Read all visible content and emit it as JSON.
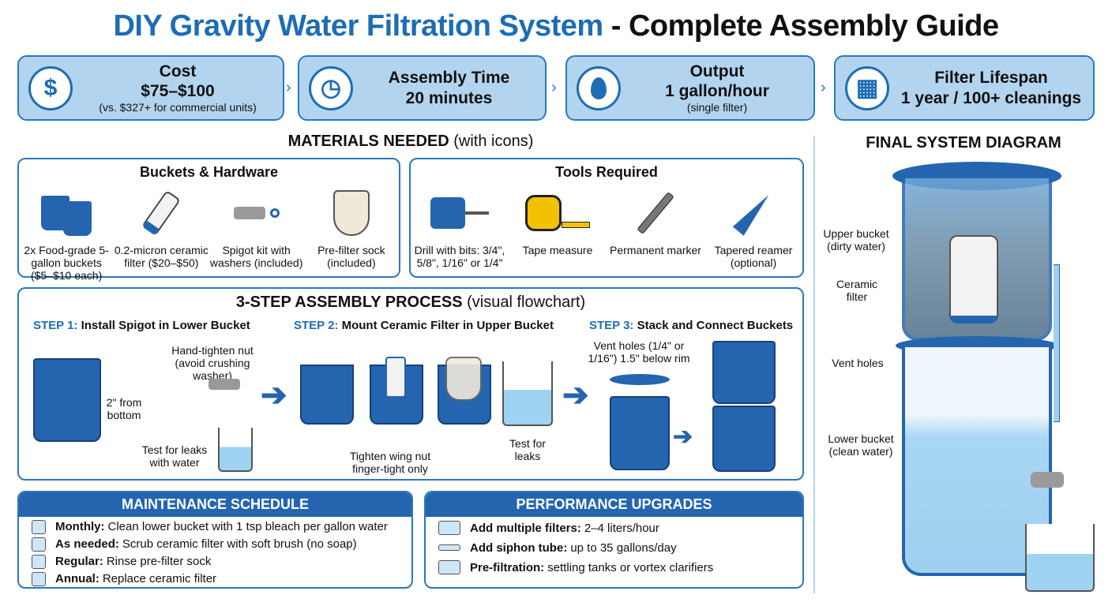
{
  "title": {
    "blue": "DIY Gravity Water Filtration System",
    "black": "- Complete Assembly Guide"
  },
  "stats": [
    {
      "icon": "dollar-icon",
      "glyph": "$",
      "label": "Cost",
      "value": "$75–$100",
      "note": "(vs. $327+ for commercial units)"
    },
    {
      "icon": "clock-icon",
      "glyph": "◷",
      "label": "Assembly Time",
      "value": "20 minutes",
      "note": ""
    },
    {
      "icon": "water-drop-icon",
      "glyph": "💧",
      "label": "Output",
      "value": "1 gallon/hour",
      "note": "(single filter)"
    },
    {
      "icon": "calendar-icon",
      "glyph": "▦",
      "label": "Filter Lifespan",
      "value": "1 year / 100+ cleanings",
      "note": ""
    }
  ],
  "materials": {
    "title": "MATERIALS NEEDED",
    "subtitle": "(with icons)",
    "buckets": {
      "title": "Buckets & Hardware",
      "items": [
        "2x Food-grade 5-gallon buckets ($5–$10 each)",
        "0.2-micron ceramic filter ($20–$50)",
        "Spigot kit with washers (included)",
        "Pre-filter sock (included)"
      ]
    },
    "tools": {
      "title": "Tools Required",
      "items": [
        "Drill with bits: 3/4\", 5/8\", 1/16\" or 1/4\"",
        "Tape measure",
        "Permanent marker",
        "Tapered reamer (optional)"
      ]
    }
  },
  "process": {
    "title": "3-STEP ASSEMBLY PROCESS",
    "subtitle": "(visual flowchart)",
    "steps": [
      {
        "num": "STEP 1:",
        "label": "Install Spigot in Lower Bucket"
      },
      {
        "num": "STEP 2:",
        "label": "Mount Ceramic Filter in Upper Bucket"
      },
      {
        "num": "STEP 3:",
        "label": "Stack and Connect Buckets"
      }
    ],
    "notes": {
      "hand_tighten": "Hand-tighten nut (avoid crushing washer)",
      "from_bottom": "2\" from bottom",
      "test_leaks_water": "Test for leaks with water",
      "wing_nut": "Tighten wing nut finger-tight only",
      "test_leaks": "Test for leaks",
      "vent_holes": "Vent holes (1/4\" or 1/16\") 1.5\" below rim"
    }
  },
  "maintenance": {
    "title": "MAINTENANCE SCHEDULE",
    "rows": [
      {
        "k": "Monthly:",
        "v": "Clean lower bucket with 1 tsp bleach per gallon water"
      },
      {
        "k": "As needed:",
        "v": "Scrub ceramic filter with soft brush (no soap)"
      },
      {
        "k": "Regular:",
        "v": "Rinse pre-filter sock"
      },
      {
        "k": "Annual:",
        "v": "Replace ceramic filter"
      }
    ]
  },
  "upgrades": {
    "title": "PERFORMANCE UPGRADES",
    "rows": [
      {
        "k": "Add multiple filters:",
        "v": "2–4 liters/hour"
      },
      {
        "k": "Add siphon tube:",
        "v": "up to 35 gallons/day"
      },
      {
        "k": "Pre-filtration:",
        "v": "settling tanks or vortex clarifiers"
      }
    ]
  },
  "diagram": {
    "title": "FINAL SYSTEM DIAGRAM",
    "labels": {
      "upper": "Upper bucket (dirty water)",
      "ceramic": "Ceramic filter",
      "vent": "Vent holes",
      "lower": "Lower bucket (clean water)"
    }
  },
  "colors": {
    "primary": "#1d6db5",
    "panel": "#b3d4ee",
    "bucket": "#2565b0"
  }
}
